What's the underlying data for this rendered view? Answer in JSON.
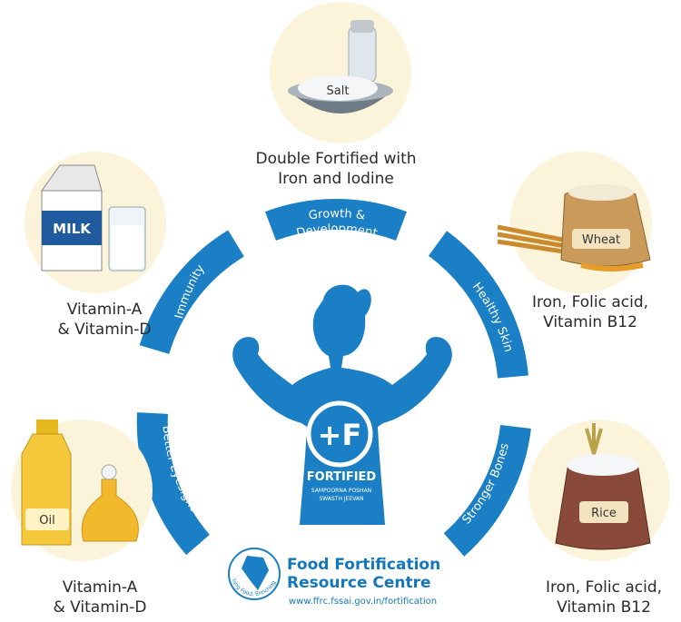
{
  "center": {
    "badge": "+F",
    "title": "FORTIFIED",
    "subtitle_line1": "SAMPOORNA POSHAN",
    "subtitle_line2": "SWASTH JEEVAN"
  },
  "benefits": {
    "growth_line1": "Growth &",
    "growth_line2": "Development",
    "skin": "Healthy Skin",
    "bones": "Stronger Bones",
    "eyesight": "Better Eyesight",
    "immunity": "Immunity"
  },
  "foods": {
    "salt": {
      "name": "Salt",
      "line1": "Double Fortified with",
      "line2": "Iron and Iodine"
    },
    "milk": {
      "name": "MILK",
      "line1": "Vitamin-A",
      "line2": "& Vitamin-D"
    },
    "wheat": {
      "name": "Wheat",
      "line1": "Iron, Folic acid,",
      "line2": "Vitamin B12"
    },
    "oil": {
      "name": "Oil",
      "line1": "Vitamin-A",
      "line2": "& Vitamin-D"
    },
    "rice": {
      "name": "Rice",
      "line1": "Iron, Folic acid,",
      "line2": "Vitamin B12"
    }
  },
  "footer": {
    "title_line1": "Food Fortification",
    "title_line2": "Resource Centre",
    "url": "www.ffrc.fssai.gov.in/fortification",
    "emblem_text": "Enriching Food, Enriching Lives"
  },
  "colors": {
    "primary_blue": "#1a7fc4",
    "dark_blue": "#1466a8",
    "light_blue": "#3fa0e0"
  }
}
